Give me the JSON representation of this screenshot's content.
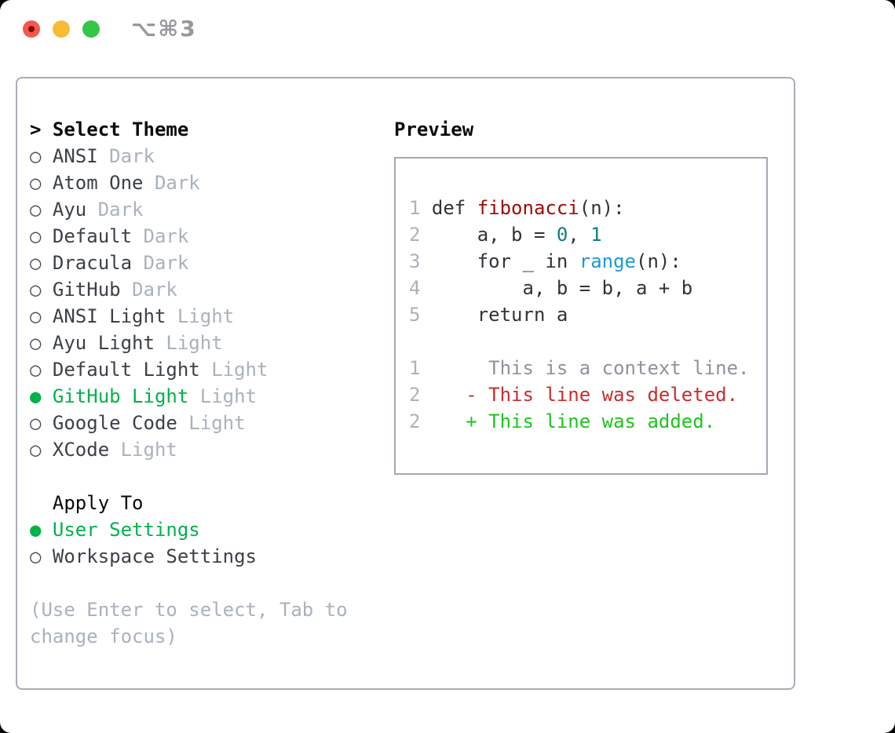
{
  "colors": {
    "traffic_red": "#f6574e",
    "traffic_red_dot": "#7c0e06",
    "traffic_yellow": "#f9ba36",
    "traffic_green": "#33c748",
    "title_gray": "#97979c",
    "panel_border": "#a8aeb8",
    "preview_border": "#a3aab4",
    "header_text": "#0a0a0c",
    "item_text": "#3b4148",
    "bullet_gray": "#4a515a",
    "muted": "#a9b2bd",
    "accent_green": "#00b24a",
    "added_green": "#1ec41e",
    "deleted_red": "#c92d2d",
    "context_gray": "#8d939d",
    "function_red": "#9e0b00",
    "number_teal": "#0d7e82",
    "builtin_blue": "#1e9ad2",
    "code_text": "#2f343a"
  },
  "window": {
    "title": "⌥⌘3"
  },
  "theme_list": {
    "prompt": ">",
    "header": "Select Theme",
    "bullet_unselected": "○",
    "bullet_selected": "●",
    "items": [
      {
        "name": "ANSI",
        "variant": "Dark",
        "selected": false
      },
      {
        "name": "Atom One",
        "variant": "Dark",
        "selected": false
      },
      {
        "name": "Ayu",
        "variant": "Dark",
        "selected": false
      },
      {
        "name": "Default",
        "variant": "Dark",
        "selected": false
      },
      {
        "name": "Dracula",
        "variant": "Dark",
        "selected": false
      },
      {
        "name": "GitHub",
        "variant": "Dark",
        "selected": false
      },
      {
        "name": "ANSI Light",
        "variant": "Light",
        "selected": false
      },
      {
        "name": "Ayu Light",
        "variant": "Light",
        "selected": false
      },
      {
        "name": "Default Light",
        "variant": "Light",
        "selected": false
      },
      {
        "name": "GitHub Light",
        "variant": "Light",
        "selected": true
      },
      {
        "name": "Google Code",
        "variant": "Light",
        "selected": false
      },
      {
        "name": "XCode",
        "variant": "Light",
        "selected": false
      }
    ]
  },
  "apply_to": {
    "header": "Apply To",
    "options": [
      {
        "name": "User Settings",
        "selected": true
      },
      {
        "name": "Workspace Settings",
        "selected": false
      }
    ]
  },
  "hint_lines": [
    "(Use Enter to select, Tab to",
    "change focus)"
  ],
  "preview": {
    "label": "Preview",
    "lines": [
      [
        [
          "1 ",
          "ln"
        ],
        [
          "def ",
          "code"
        ],
        [
          "fibonacci",
          "func"
        ],
        [
          "(n):",
          "code"
        ]
      ],
      [
        [
          "2 ",
          "ln"
        ],
        [
          "    a, b = ",
          "code"
        ],
        [
          "0",
          "num"
        ],
        [
          ", ",
          "code"
        ],
        [
          "1",
          "num"
        ]
      ],
      [
        [
          "3 ",
          "ln"
        ],
        [
          "    for _ in ",
          "code"
        ],
        [
          "range",
          "builtin"
        ],
        [
          "(n):",
          "code"
        ]
      ],
      [
        [
          "4 ",
          "ln"
        ],
        [
          "        a, b = b, a + b",
          "code"
        ]
      ],
      [
        [
          "5 ",
          "ln"
        ],
        [
          "    return a",
          "code"
        ]
      ],
      [],
      [
        [
          "1 ",
          "ln"
        ],
        [
          "     This is a context line.",
          "ctx"
        ]
      ],
      [
        [
          "2 ",
          "ln"
        ],
        [
          "   - This line was deleted.",
          "del"
        ]
      ],
      [
        [
          "2 ",
          "ln"
        ],
        [
          "   + This line was added.",
          "add"
        ]
      ]
    ]
  }
}
